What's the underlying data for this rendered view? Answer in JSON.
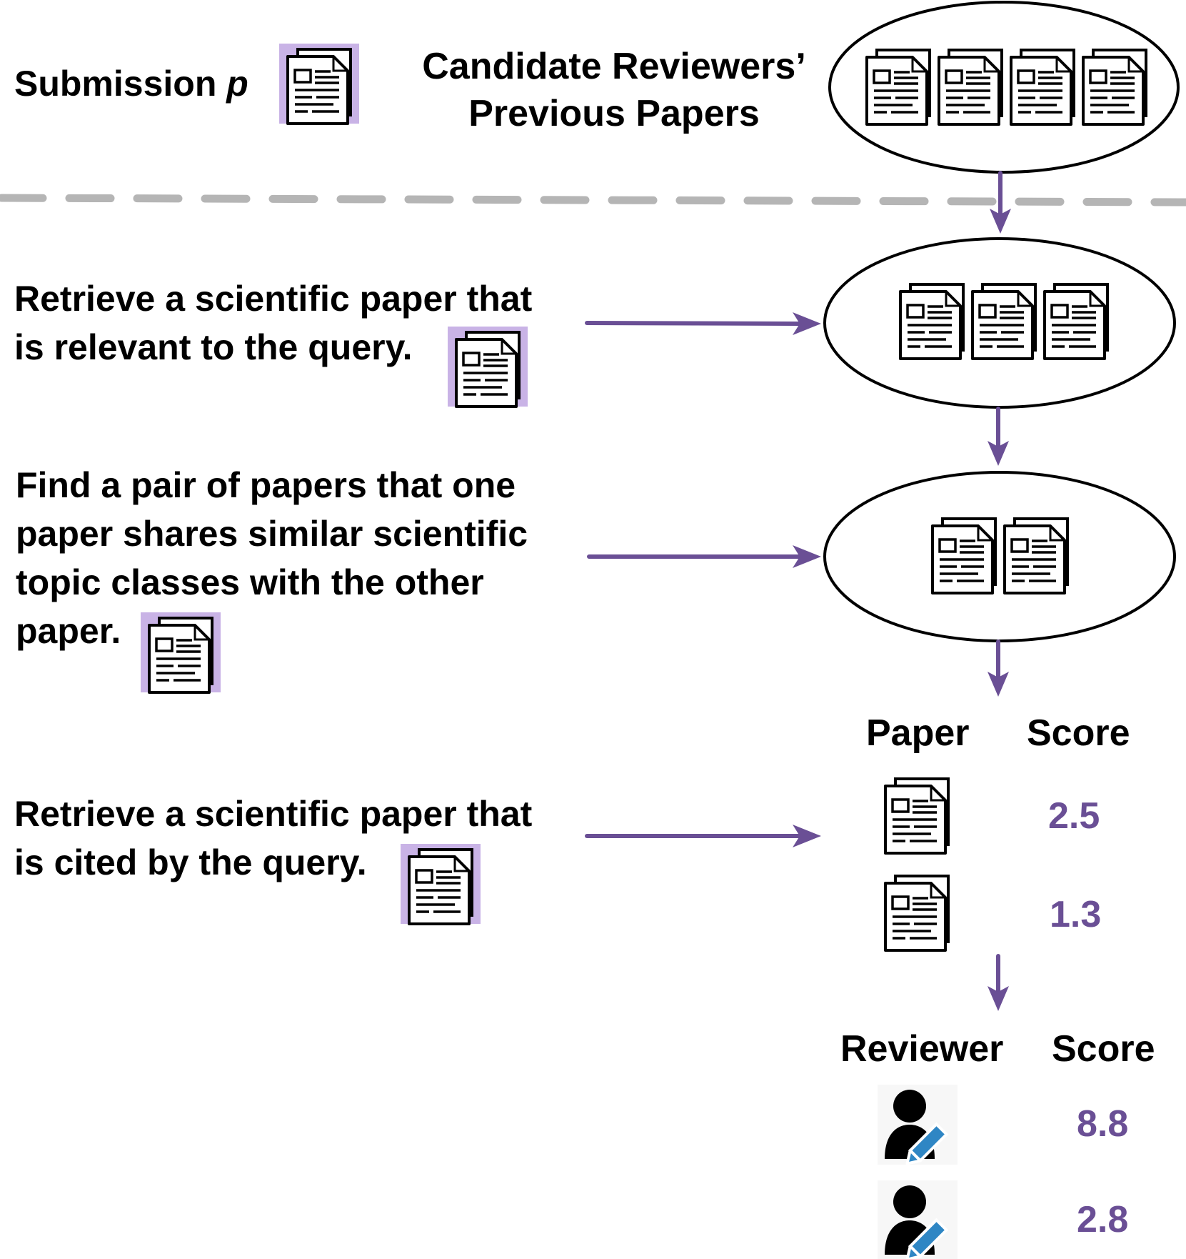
{
  "header": {
    "submission_label": "Submission",
    "submission_var": "p",
    "candidate_line1": "Candidate Reviewers’",
    "candidate_line2": "Previous Papers"
  },
  "steps": [
    {
      "lines": [
        "Retrieve a scientific paper that",
        "is relevant to the query."
      ]
    },
    {
      "lines": [
        "Find a pair of papers that one",
        "paper shares similar scientific",
        "topic classes with the other",
        "paper."
      ]
    },
    {
      "lines": [
        "Retrieve a scientific paper that",
        "is cited by the query."
      ]
    }
  ],
  "paper_table": {
    "col_paper": "Paper",
    "col_score": "Score",
    "scores": [
      "2.5",
      "1.3"
    ]
  },
  "reviewer_table": {
    "col_reviewer": "Reviewer",
    "col_score": "Score",
    "scores": [
      "8.8",
      "2.8"
    ]
  },
  "colors": {
    "accent": "#6a4f95",
    "highlight": "#c9b3e6",
    "divider": "#b5b5b5",
    "pencil": "#2f86c4"
  },
  "icons": {
    "paper": "document-stack-icon",
    "reviewer": "reviewer-pencil-icon"
  }
}
